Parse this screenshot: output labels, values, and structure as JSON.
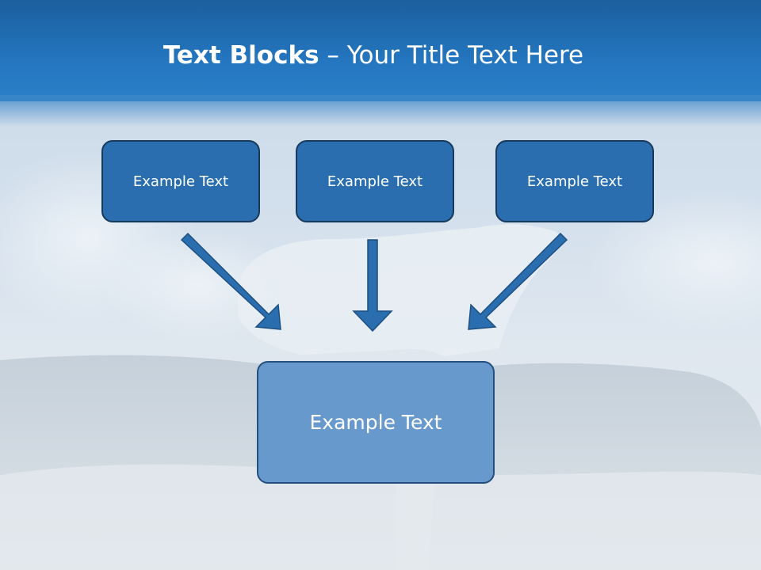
{
  "title": {
    "bold": "Text Blocks",
    "dash": " – ",
    "rest": "Your Title Text Here"
  },
  "top_boxes": [
    {
      "label": "Example Text"
    },
    {
      "label": "Example Text"
    },
    {
      "label": "Example Text"
    }
  ],
  "bottom_box": {
    "label": "Example Text"
  },
  "colors": {
    "title_bar": "#2476bf",
    "box_fill": "#2a6eb0",
    "box_border": "#17395c",
    "bottom_box_fill": "#6799cd",
    "arrow": "#2a6eb0"
  }
}
